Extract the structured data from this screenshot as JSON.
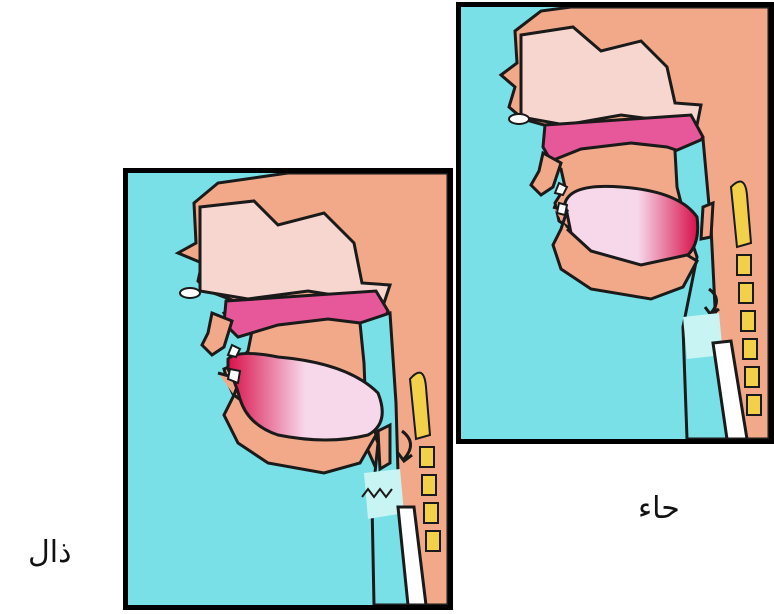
{
  "captions": {
    "left": "ذال",
    "right": "حاء"
  },
  "colors": {
    "background": "#78e0e6",
    "skin": "#f2a98a",
    "nasal": "#f7d6d0",
    "palate": "#e7589a",
    "tongue": "#f7d7ea",
    "articulation": "#d8104a",
    "vertebra": "#f2d04a",
    "outline": "#1a1a1a"
  },
  "icons": [
    "nasal-cavity",
    "hard-palate",
    "tongue",
    "lips",
    "teeth",
    "epiglottis",
    "vocal-cords",
    "vertebrae"
  ]
}
